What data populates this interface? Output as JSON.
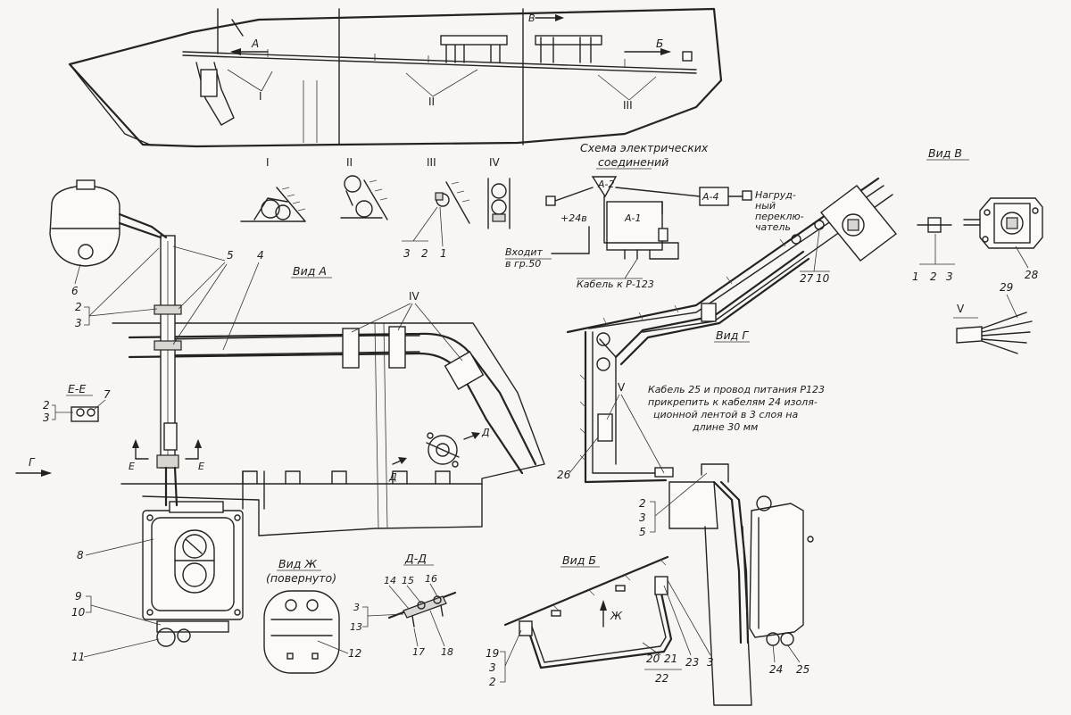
{
  "titles": {
    "scheme_line1": "Схема электрических",
    "scheme_line2": "соединений",
    "vid_a": "Вид А",
    "vid_b": "Вид Б",
    "vid_v": "Вид В",
    "vid_g": "Вид Г",
    "vid_zh_line1": "Вид Ж",
    "vid_zh_line2": "(повернуто)",
    "section_ee": "Е-Е",
    "section_dd": "Д-Д"
  },
  "roman": {
    "r1": "I",
    "r2": "II",
    "r3": "III",
    "r4": "IV",
    "r5": "V"
  },
  "arrows": {
    "a": "А",
    "b": "Б",
    "v": "В",
    "g": "Г",
    "d": "Д",
    "e": "Е",
    "zh": "Ж"
  },
  "schematic": {
    "a1": "A-1",
    "a2": "A-2",
    "a4": "A-4",
    "plus24": "+24в",
    "input_line1": "Входит",
    "input_line2": "в гр.50",
    "cable_p123": "Кабель к Р-123",
    "nagrud_line1": "Нагруд-",
    "nagrud_line2": "ный",
    "nagrud_line3": "переклю-",
    "nagrud_line4": "чатель"
  },
  "note": {
    "line1": "Кабель 25 и провод питания Р123",
    "line2": "прикрепить к кабелям 24 изоля-",
    "line3": "ционной лентой в 3 слоя на",
    "line4": "длине 30 мм"
  },
  "callouts": {
    "n1": "1",
    "n2": "2",
    "n3": "3",
    "n4": "4",
    "n5": "5",
    "n6": "6",
    "n7": "7",
    "n8": "8",
    "n9": "9",
    "n10": "10",
    "n11": "11",
    "n12": "12",
    "n13": "13",
    "n14": "14",
    "n15": "15",
    "n16": "16",
    "n17": "17",
    "n18": "18",
    "n19": "19",
    "n20": "20",
    "n21": "21",
    "n22": "22",
    "n23": "23",
    "n24": "24",
    "n25": "25",
    "n26": "26",
    "n27": "27",
    "n28": "28",
    "n29": "29"
  }
}
